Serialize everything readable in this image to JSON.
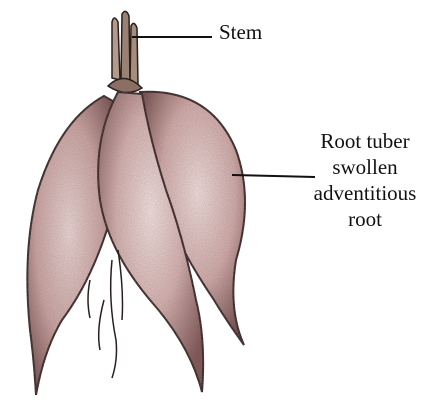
{
  "labels": {
    "stem": "Stem",
    "tuber_lines": [
      "Root  tuber",
      "swollen",
      "adventitious",
      "root"
    ]
  },
  "colors": {
    "tuber_fill": "#caa8a6",
    "tuber_shadow": "#6e4a4a",
    "outline": "#2a1f1f",
    "leader_line": "#111111"
  }
}
